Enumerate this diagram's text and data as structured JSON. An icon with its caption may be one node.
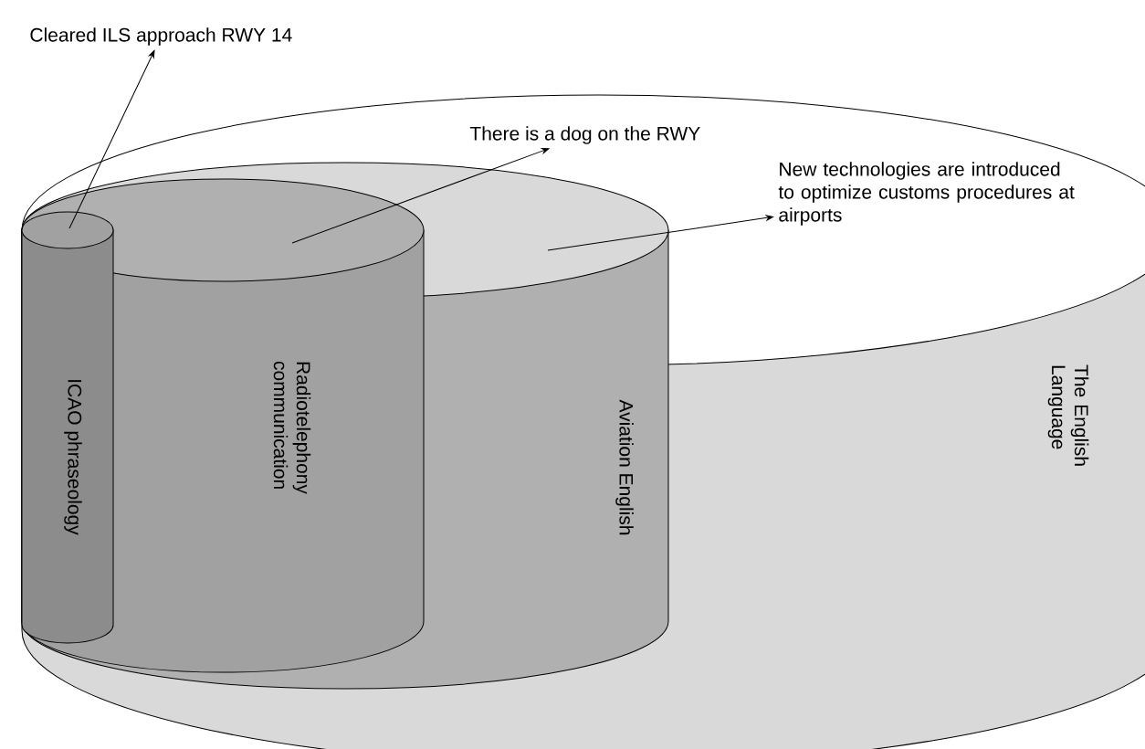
{
  "diagram": {
    "nodes": [
      {
        "text": [
          "The English Language"
        ]
      },
      {
        "text": [
          "Aviation English"
        ],
        "in": 0
      },
      {
        "text": [
          "Radiotelephony communication"
        ],
        "in": 1
      },
      {
        "text": [
          "ICAO phraseology"
        ],
        "in": 2
      },
      {
        "text": [
          "Cleared ILS approach RWY 14"
        ]
      },
      {
        "text": [
          "There is a dog on the RWY"
        ]
      },
      {
        "text": [
          "New technologies are introduced to optimize customs procedures at airports"
        ]
      }
    ],
    "edges": [
      {
        "from": 3,
        "to": 4,
        "arrow": "to"
      },
      {
        "from": 2,
        "to": 5,
        "arrow": "to"
      },
      {
        "from": 1,
        "to": 6,
        "arrow": "to"
      }
    ]
  }
}
